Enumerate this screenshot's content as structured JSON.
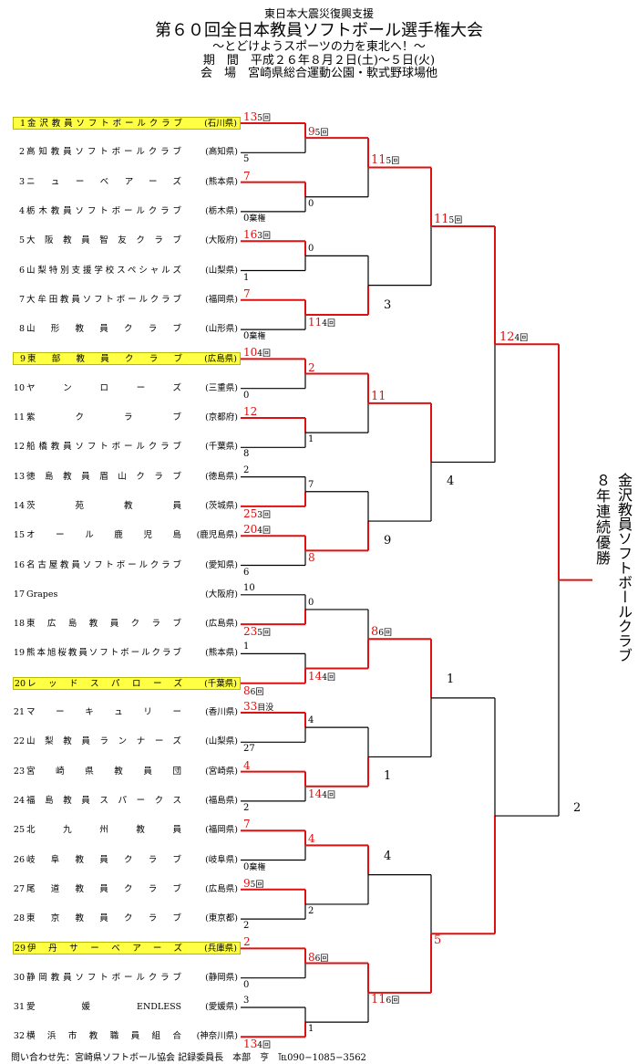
{
  "header": {
    "sub": "東日本大震災復興支援",
    "title": "第６０回全日本教員ソフトボール選手権大会",
    "tagline": "～とどけようスポーツの力を東北へ！～",
    "period": "期　間　平成２６年８月２日(土)～５日(火)",
    "venue": "会　場　宮崎県総合運動公園・軟式野球場他"
  },
  "teams": [
    {
      "num": "1",
      "name": "金沢教員ソフトボールクラブ",
      "pref": "(石川県)",
      "hl": true
    },
    {
      "num": "2",
      "name": "高知教員ソフトボールクラブ",
      "pref": "(高知県)",
      "hl": false
    },
    {
      "num": "3",
      "name": "ニューベアーズ",
      "pref": "(熊本県)",
      "hl": false
    },
    {
      "num": "4",
      "name": "栃木教員ソフトボールクラブ",
      "pref": "(栃木県)",
      "hl": false
    },
    {
      "num": "5",
      "name": "大阪教員智友クラブ",
      "pref": "(大阪府)",
      "hl": false
    },
    {
      "num": "6",
      "name": "山梨特別支援学校スペシャルズ",
      "pref": "(山梨県)",
      "hl": false
    },
    {
      "num": "7",
      "name": "大牟田教員ソフトボールクラブ",
      "pref": "(福岡県)",
      "hl": false
    },
    {
      "num": "8",
      "name": "山形教員クラブ",
      "pref": "(山形県)",
      "hl": false
    },
    {
      "num": "9",
      "name": "東部教員クラブ",
      "pref": "(広島県)",
      "hl": true
    },
    {
      "num": "10",
      "name": "ヤンローズ",
      "pref": "(三重県)",
      "hl": false
    },
    {
      "num": "11",
      "name": "紫クラブ",
      "pref": "(京都府)",
      "hl": false
    },
    {
      "num": "12",
      "name": "船橋教員ソフトボールクラブ",
      "pref": "(千葉県)",
      "hl": false
    },
    {
      "num": "13",
      "name": "徳島教員眉山クラブ",
      "pref": "(徳島県)",
      "hl": false
    },
    {
      "num": "14",
      "name": "茨苑教員",
      "pref": "(茨城県)",
      "hl": false
    },
    {
      "num": "15",
      "name": "オール鹿児島",
      "pref": "(鹿児島県)",
      "hl": false
    },
    {
      "num": "16",
      "name": "名古屋教員ソフトボールクラブ",
      "pref": "(愛知県)",
      "hl": false
    },
    {
      "num": "17",
      "name": "Grapes",
      "pref": "(大阪府)",
      "hl": false
    },
    {
      "num": "18",
      "name": "東広島教員クラブ",
      "pref": "(広島県)",
      "hl": false
    },
    {
      "num": "19",
      "name": "熊本旭桜教員ソフトボールクラブ",
      "pref": "(熊本県)",
      "hl": false
    },
    {
      "num": "20",
      "name": "レッドスパローズ",
      "pref": "(千葉県)",
      "hl": true
    },
    {
      "num": "21",
      "name": "マーキュリー",
      "pref": "(香川県)",
      "hl": false
    },
    {
      "num": "22",
      "name": "山梨教員ランナーズ",
      "pref": "(山梨県)",
      "hl": false
    },
    {
      "num": "23",
      "name": "宮崎県教員団",
      "pref": "(宮崎県)",
      "hl": false
    },
    {
      "num": "24",
      "name": "福島教員スパークス",
      "pref": "(福島県)",
      "hl": false
    },
    {
      "num": "25",
      "name": "北九州教員",
      "pref": "(福岡県)",
      "hl": false
    },
    {
      "num": "26",
      "name": "岐阜教員クラブ",
      "pref": "(岐阜県)",
      "hl": false
    },
    {
      "num": "27",
      "name": "尾道教員クラブ",
      "pref": "(広島県)",
      "hl": false
    },
    {
      "num": "28",
      "name": "東京教員クラブ",
      "pref": "(東京都)",
      "hl": false
    },
    {
      "num": "29",
      "name": "伊丹サーベアーズ",
      "pref": "(兵庫県)",
      "hl": true
    },
    {
      "num": "30",
      "name": "静岡教員ソフトボールクラブ",
      "pref": "(静岡県)",
      "hl": false
    },
    {
      "num": "31",
      "name": "愛媛ENDLESS",
      "pref": "(愛媛県)",
      "hl": false
    },
    {
      "num": "32",
      "name": "横浜市教職員組合",
      "pref": "(神奈川県)",
      "hl": false
    }
  ],
  "scores": {
    "r1": [
      {
        "w": "13",
        "note": "5回"
      },
      {
        "w": "5",
        "note": ""
      },
      {
        "w": "7",
        "note": ""
      },
      {
        "w": "0",
        "note": "棄権"
      },
      {
        "w": "16",
        "note": "3回"
      },
      {
        "w": "1",
        "note": ""
      },
      {
        "w": "7",
        "note": ""
      },
      {
        "w": "0",
        "note": "棄権"
      },
      {
        "w": "10",
        "note": "4回"
      },
      {
        "w": "0",
        "note": ""
      },
      {
        "w": "12",
        "note": ""
      },
      {
        "w": "8",
        "note": ""
      },
      {
        "w": "2",
        "note": ""
      },
      {
        "w": "25",
        "note": "3回"
      },
      {
        "w": "20",
        "note": "4回"
      },
      {
        "w": "6",
        "note": ""
      },
      {
        "w": "10",
        "note": ""
      },
      {
        "w": "23",
        "note": "5回"
      },
      {
        "w": "1",
        "note": ""
      },
      {
        "w": "8",
        "note": "6回"
      },
      {
        "w": "33",
        "note": "目没"
      },
      {
        "w": "27",
        "note": ""
      },
      {
        "w": "4",
        "note": ""
      },
      {
        "w": "2",
        "note": ""
      },
      {
        "w": "7",
        "note": ""
      },
      {
        "w": "0",
        "note": "棄権"
      },
      {
        "w": "9",
        "note": "5回"
      },
      {
        "w": "2",
        "note": ""
      },
      {
        "w": "2",
        "note": ""
      },
      {
        "w": "0",
        "note": ""
      },
      {
        "w": "3",
        "note": ""
      },
      {
        "w": "13",
        "note": "4回"
      }
    ],
    "r2": [
      {
        "w": "9",
        "note": "5回"
      },
      {
        "w": "0",
        "note": ""
      },
      {
        "w": "0",
        "note": ""
      },
      {
        "w": "11",
        "note": "4回"
      },
      {
        "w": "2",
        "note": ""
      },
      {
        "w": "1",
        "note": ""
      },
      {
        "w": "7",
        "note": ""
      },
      {
        "w": "8",
        "note": ""
      },
      {
        "w": "0",
        "note": ""
      },
      {
        "w": "14",
        "note": "4回"
      },
      {
        "w": "4",
        "note": ""
      },
      {
        "w": "14",
        "note": "4回"
      },
      {
        "w": "4",
        "note": ""
      },
      {
        "w": "2",
        "note": ""
      },
      {
        "w": "8",
        "note": "6回"
      },
      {
        "w": "1",
        "note": ""
      }
    ],
    "r3": [
      {
        "w": "11",
        "note": "5回"
      },
      {
        "w": "3",
        "note": ""
      },
      {
        "w": "11",
        "note": ""
      },
      {
        "w": "9",
        "note": ""
      },
      {
        "w": "8",
        "note": "6回"
      },
      {
        "w": "1",
        "note": ""
      },
      {
        "w": "4",
        "note": ""
      },
      {
        "w": "11",
        "note": "6回"
      }
    ],
    "r4": [
      {
        "w": "11",
        "note": "5回"
      },
      {
        "w": "4",
        "note": ""
      },
      {
        "w": "1",
        "note": ""
      },
      {
        "w": "5",
        "note": ""
      }
    ],
    "r5": [
      {
        "w": "12",
        "note": "4回"
      },
      {
        "w": "2",
        "note": ""
      }
    ]
  },
  "champion": {
    "label": "８年連続優勝",
    "team": "金沢教員ソフトボールクラブ"
  },
  "footer": "問い合わせ先：宮崎県ソフトボール協会 記録委員長　本部　亨　℡090−1085−3562",
  "colors": {
    "win": "#dd1111",
    "lose": "#000000",
    "highlight": "#ffff44"
  }
}
